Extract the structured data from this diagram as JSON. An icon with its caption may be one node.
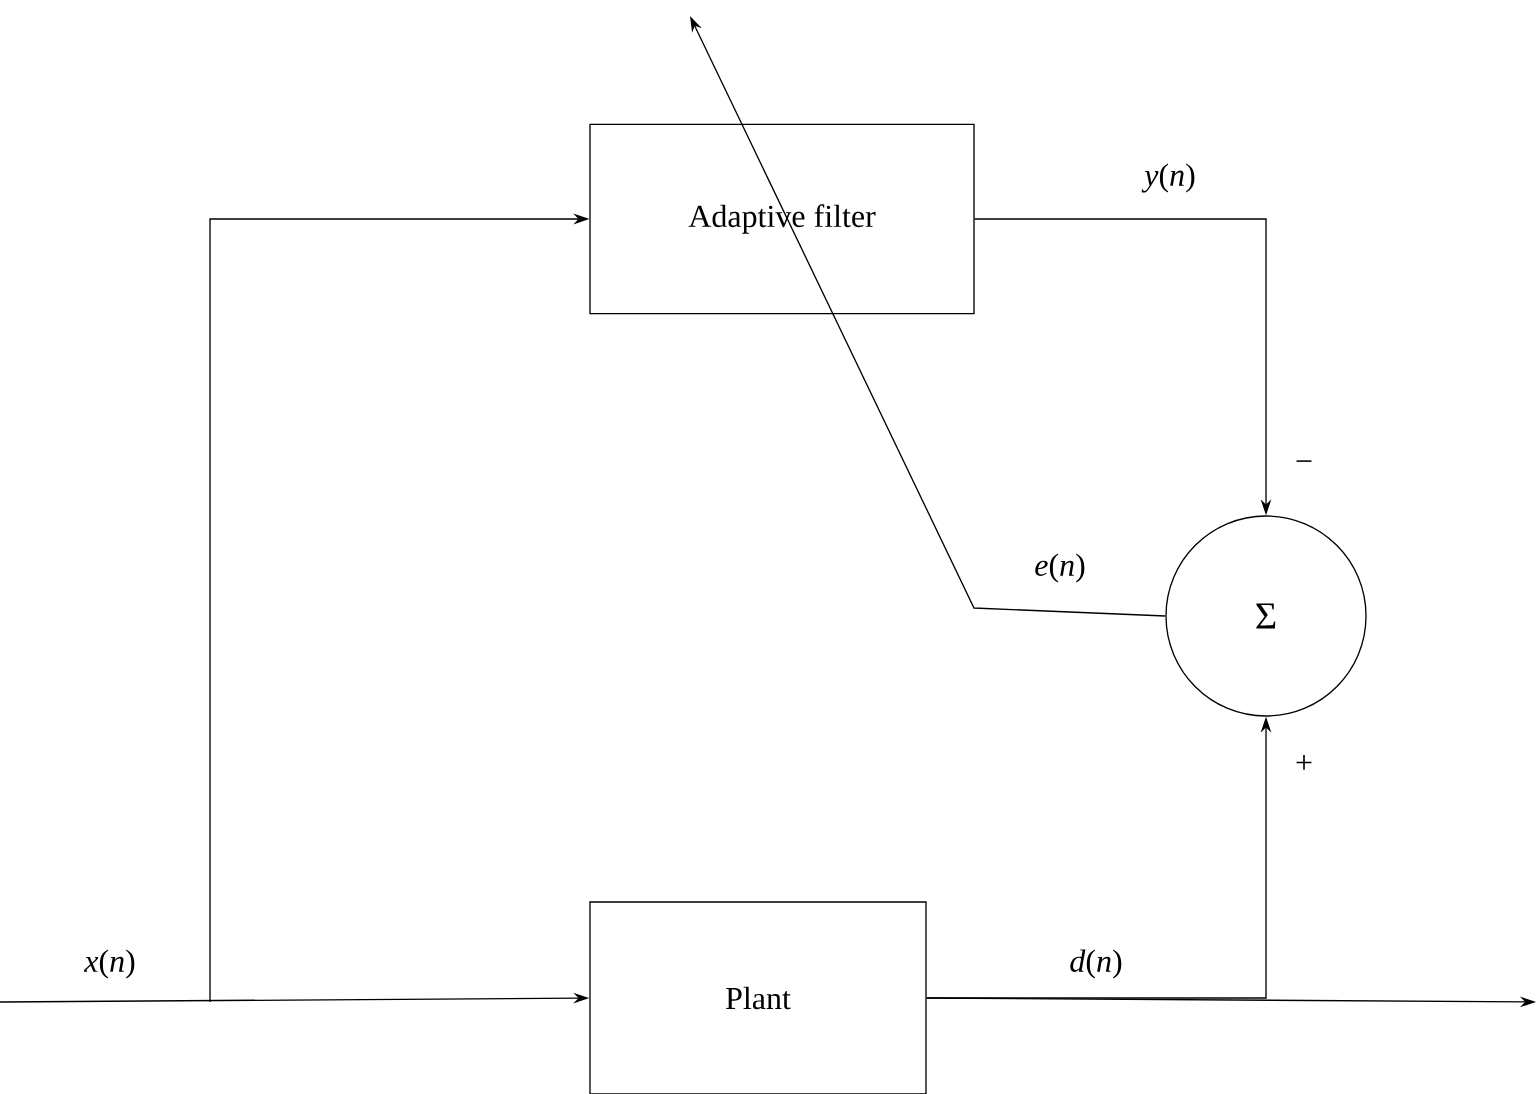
{
  "diagram": {
    "nodes": [
      {
        "text": [
          "Adaptive filter"
        ]
      },
      {
        "text": [
          "Σ"
        ]
      },
      {
        "text": [
          "Plant"
        ]
      }
    ],
    "edges": [
      {
        "from": null,
        "to": 2,
        "arrow": "to",
        "label": "*x*(*n*)"
      },
      {
        "from": null,
        "to": 0,
        "arrow": "to"
      },
      {
        "from": 0,
        "to": 1,
        "arrow": "to",
        "label": "*y*(*n*)"
      },
      {
        "from": 1,
        "to": null,
        "arrow": "to",
        "label": "*e*(*n*)"
      },
      {
        "from": 2,
        "to": 1,
        "arrow": "to",
        "label": "*d*(*n*)"
      },
      {
        "from": 2,
        "to": null,
        "arrow": "to"
      }
    ],
    "labels": [
      "−",
      "+"
    ]
  }
}
